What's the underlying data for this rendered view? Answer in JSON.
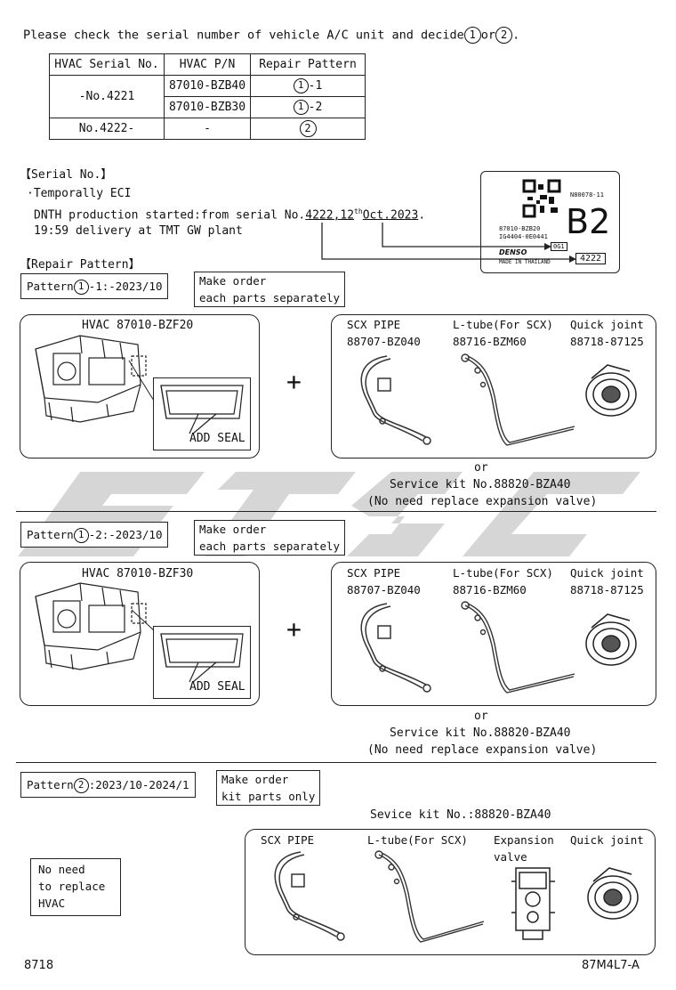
{
  "intro": {
    "text_before": "Please check the serial number of vehicle A/C unit and decide",
    "c1": "1",
    "mid": "or",
    "c2": "2",
    "end": "."
  },
  "serial_table": {
    "headers": [
      "HVAC Serial No.",
      "HVAC P/N",
      "Repair Pattern"
    ],
    "row1_serial": "-No.4221",
    "row1a_pn": "87010-BZB40",
    "row1a_pattern_circ": "1",
    "row1a_pattern_suffix": "-1",
    "row1b_pn": "87010-BZB30",
    "row1b_pattern_circ": "1",
    "row1b_pattern_suffix": "-2",
    "row2_serial": "No.4222-",
    "row2_pn": "-",
    "row2_pattern_circ": "2"
  },
  "serial_info": {
    "heading": "【Serial No.】",
    "line1": "·Temporally ECI",
    "line2_pre": "DNTH production started:from serial No.",
    "line2_serial": "4222",
    "line2_date_pre": ",12",
    "line2_date_sup": "th",
    "line2_date_post": "Oct.2023",
    "line2_end": ".",
    "line3": "19:59 delivery at TMT GW plant"
  },
  "label_card": {
    "code_small": "N80078-11",
    "big_code": "B2",
    "line1": "87010-BZB20",
    "line2": "IG4404-0E0441",
    "line3": "0G1",
    "brand": "DENSO",
    "line4": "MADE IN THAILAND",
    "serial_box": "4222"
  },
  "repair": {
    "heading": "【Repair Pattern】",
    "p1": {
      "label_pre": "Pattern",
      "circ": "1",
      "label_post": "-1:-2023/10",
      "order_line1": "Make order",
      "order_line2": "each parts separately",
      "hvac_label": "HVAC 87010-BZF20",
      "add_seal": "ADD SEAL",
      "plus": "+",
      "parts": [
        {
          "name": "SCX PIPE",
          "pn": "88707-BZ040"
        },
        {
          "name": "L-tube(For SCX)",
          "pn": "88716-BZM60"
        },
        {
          "name": "Quick joint",
          "pn": "88718-87125"
        }
      ],
      "or": "or",
      "service_kit": "Service kit No.88820-BZA40",
      "note": "(No need replace expansion valve)"
    },
    "p2": {
      "label_pre": "Pattern",
      "circ": "1",
      "label_post": "-2:-2023/10",
      "order_line1": "Make order",
      "order_line2": "each parts separately",
      "hvac_label": "HVAC 87010-BZF30",
      "add_seal": "ADD SEAL",
      "plus": "+",
      "parts": [
        {
          "name": "SCX PIPE",
          "pn": "88707-BZ040"
        },
        {
          "name": "L-tube(For SCX)",
          "pn": "88716-BZM60"
        },
        {
          "name": "Quick joint",
          "pn": "88718-87125"
        }
      ],
      "or": "or",
      "service_kit": "Service kit No.88820-BZA40",
      "note": "(No need replace expansion valve)"
    },
    "p3": {
      "label_pre": "Pattern",
      "circ": "2",
      "label_post": ":2023/10-2024/1",
      "order_line1": "Make order",
      "order_line2": "kit parts only",
      "kit_title": "Sevice kit No.:88820-BZA40",
      "no_need_1": "No need",
      "no_need_2": "to replace",
      "no_need_3": "HVAC",
      "parts": [
        {
          "name": "SCX PIPE"
        },
        {
          "name": "L-tube(For SCX)"
        },
        {
          "name": "Expansion",
          "name2": "valve"
        },
        {
          "name": "Quick joint"
        }
      ]
    }
  },
  "footer": {
    "left": "8718",
    "right": "87M4L7-A"
  }
}
